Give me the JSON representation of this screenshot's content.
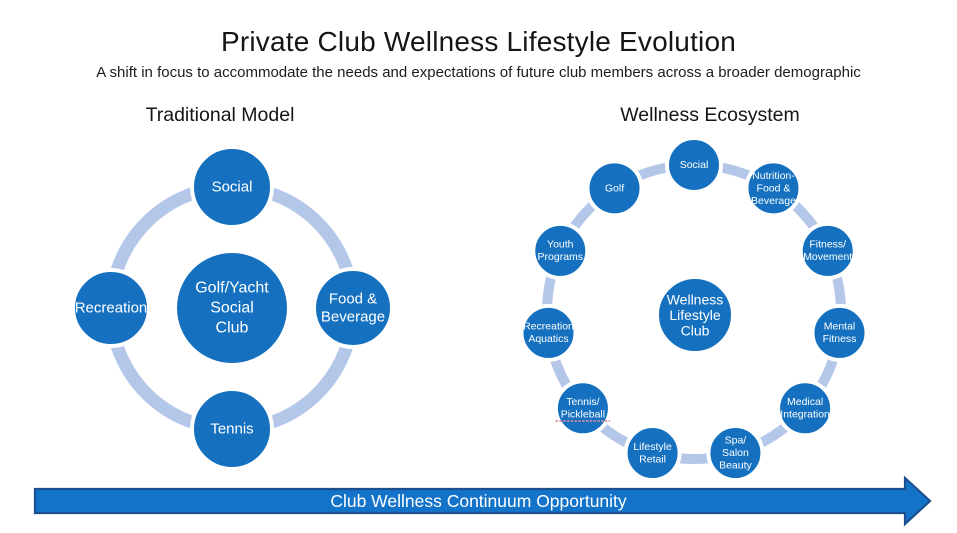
{
  "slide": {
    "title": "Private Club Wellness Lifestyle Evolution",
    "subtitle": "A shift in focus to accommodate the needs and expectations of future club members across a broader demographic"
  },
  "colors": {
    "node_blue": "#1571BF",
    "ring_blue": "#B5C7E8",
    "node_text": "#FFFFFF",
    "arrow_fill": "#1373C9",
    "arrow_border": "#1B4F90",
    "spellcheck_pink": "#D98BA4",
    "heading_text": "#151515"
  },
  "traditional_model": {
    "heading": "Traditional Model",
    "center_node": {
      "lines": [
        "Golf/Yacht",
        "Social",
        "Club"
      ]
    },
    "orbit_nodes": [
      {
        "lines": [
          "Social"
        ]
      },
      {
        "lines": [
          "Food &",
          "Beverage"
        ]
      },
      {
        "lines": [
          "Tennis"
        ]
      },
      {
        "lines": [
          "Recreation"
        ]
      }
    ]
  },
  "wellness_ecosystem": {
    "heading": "Wellness Ecosystem",
    "center_node": {
      "lines": [
        "Wellness",
        "Lifestyle",
        "Club"
      ]
    },
    "orbit_nodes": [
      {
        "lines": [
          "Social"
        ]
      },
      {
        "lines": [
          "Nutrition-",
          "Food &",
          "Beverage"
        ]
      },
      {
        "lines": [
          "Fitness/",
          "Movement"
        ]
      },
      {
        "lines": [
          "Mental",
          "Fitness"
        ]
      },
      {
        "lines": [
          "Medical",
          "Integration"
        ]
      },
      {
        "lines": [
          "Spa/",
          "Salon",
          "Beauty"
        ]
      },
      {
        "lines": [
          "Lifestyle",
          "Retail"
        ]
      },
      {
        "lines": [
          "Tennis/",
          "Pickleball"
        ],
        "spellcheck_underline_line": 1
      },
      {
        "lines": [
          "Recreation",
          "Aquatics"
        ]
      },
      {
        "lines": [
          "Youth",
          "Programs"
        ]
      },
      {
        "lines": [
          "Golf"
        ]
      }
    ]
  },
  "bottom_arrow": {
    "label": "Club Wellness Continuum Opportunity"
  }
}
